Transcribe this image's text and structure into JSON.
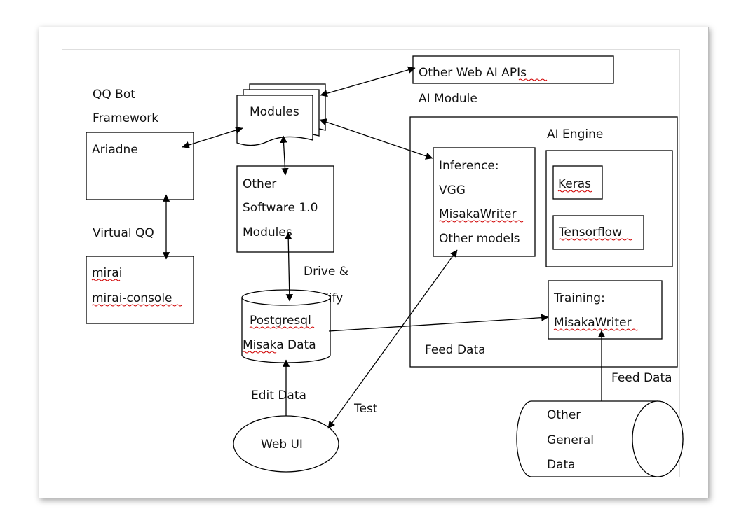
{
  "diagram": {
    "qq_bot_framework": [
      "QQ Bot",
      "Framework"
    ],
    "ariadne": "Ariadne",
    "modules": "Modules",
    "other_web_ai_apis": "Other Web AI APIs",
    "ai_module": "AI Module",
    "ai_engine": "AI Engine",
    "keras": "Keras",
    "tensorflow": "Tensorflow",
    "inference": [
      "Inference:",
      "VGG",
      "MisakaWriter",
      "Other models"
    ],
    "other_software": [
      "Other",
      "Software 1.0",
      "Modules"
    ],
    "virtual_qq": "Virtual QQ",
    "mirai": [
      "mirai",
      "mirai-console"
    ],
    "drive_modify": [
      "Drive &",
      "Modify"
    ],
    "postgresql": [
      "Postgresql",
      "Misaka Data"
    ],
    "training": [
      "Training:",
      "MisakaWriter"
    ],
    "feed_data_inner": "Feed Data",
    "feed_data_outer": "Feed Data",
    "edit_data": "Edit Data",
    "test": "Test",
    "web_ui": "Web UI",
    "other_general_data": [
      "Other",
      "General",
      "Data"
    ]
  }
}
